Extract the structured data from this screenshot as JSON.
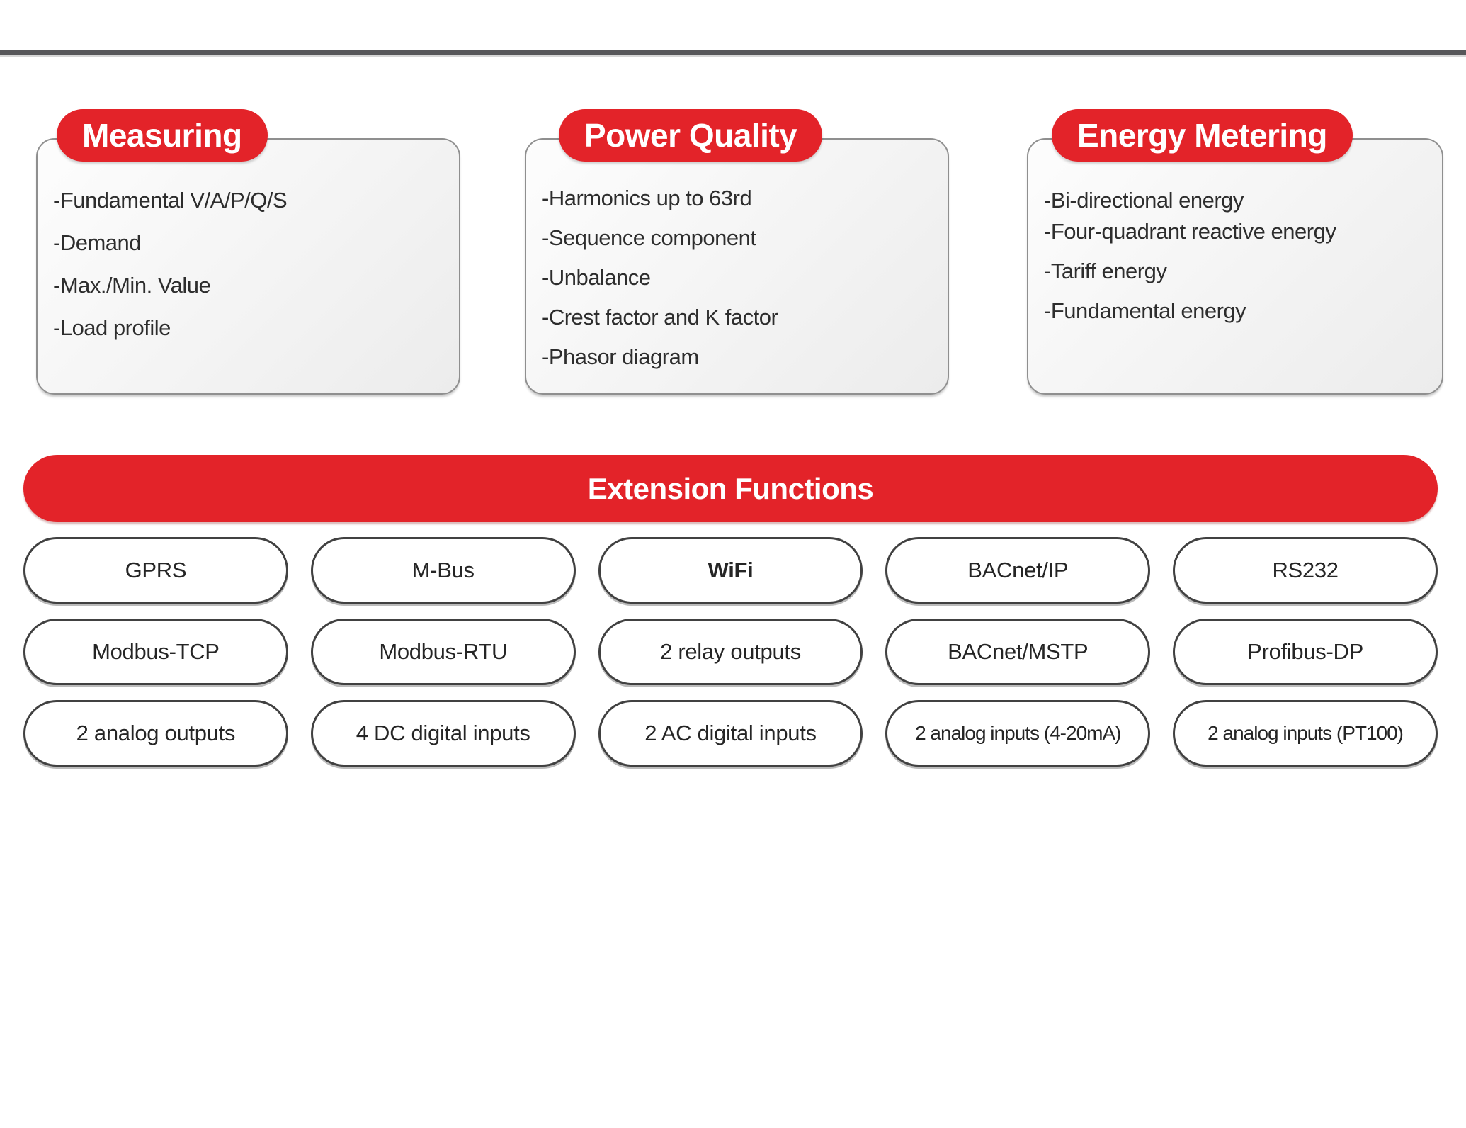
{
  "colors": {
    "brand_red": "#e32329",
    "top_rule": "#57575a",
    "card_border": "#8f8f8f",
    "pill_border": "#414141",
    "text": "#2d2d2d"
  },
  "cards": [
    {
      "title": "Measuring",
      "items": [
        "-Fundamental V/A/P/Q/S",
        "-Demand",
        "-Max./Min. Value",
        "-Load profile"
      ]
    },
    {
      "title": "Power Quality",
      "items": [
        "-Harmonics up to 63rd",
        "-Sequence component",
        "-Unbalance",
        "-Crest factor and K factor",
        "-Phasor diagram"
      ]
    },
    {
      "title": "Energy Metering",
      "items": [
        "-Bi-directional energy",
        "-Four-quadrant reactive energy",
        "-Tariff energy",
        "-Fundamental energy"
      ]
    }
  ],
  "extension": {
    "title": "Extension Functions",
    "rows": [
      [
        "GPRS",
        "M-Bus",
        "WiFi",
        "BACnet/IP",
        "RS232"
      ],
      [
        "Modbus-TCP",
        "Modbus-RTU",
        "2 relay outputs",
        "BACnet/MSTP",
        "Profibus-DP"
      ],
      [
        "2 analog outputs",
        "4 DC digital inputs",
        "2 AC digital inputs",
        "2 analog inputs (4-20mA)",
        "2 analog inputs (PT100)"
      ]
    ]
  }
}
